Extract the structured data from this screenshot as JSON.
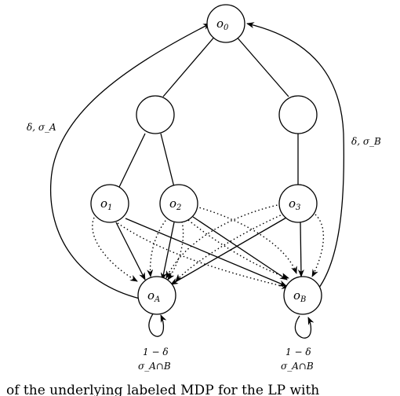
{
  "nodes": {
    "o0": {
      "base": "o",
      "sub": "0"
    },
    "o1": {
      "base": "o",
      "sub": "1"
    },
    "o2": {
      "base": "o",
      "sub": "2"
    },
    "o3": {
      "base": "o",
      "sub": "3"
    },
    "oA": {
      "base": "o",
      "sub": "A"
    },
    "oB": {
      "base": "o",
      "sub": "B"
    }
  },
  "edge_labels": {
    "left_loop": "δ, σ_A",
    "right_loop": "δ, σ_B",
    "self_loop_A": {
      "prob": "1 − δ",
      "sigma": "σ_A∩B"
    },
    "self_loop_B": {
      "prob": "1 − δ",
      "sigma": "σ_A∩B"
    }
  },
  "caption": {
    "text": "of the underlying labeled MDP for the LP with"
  }
}
